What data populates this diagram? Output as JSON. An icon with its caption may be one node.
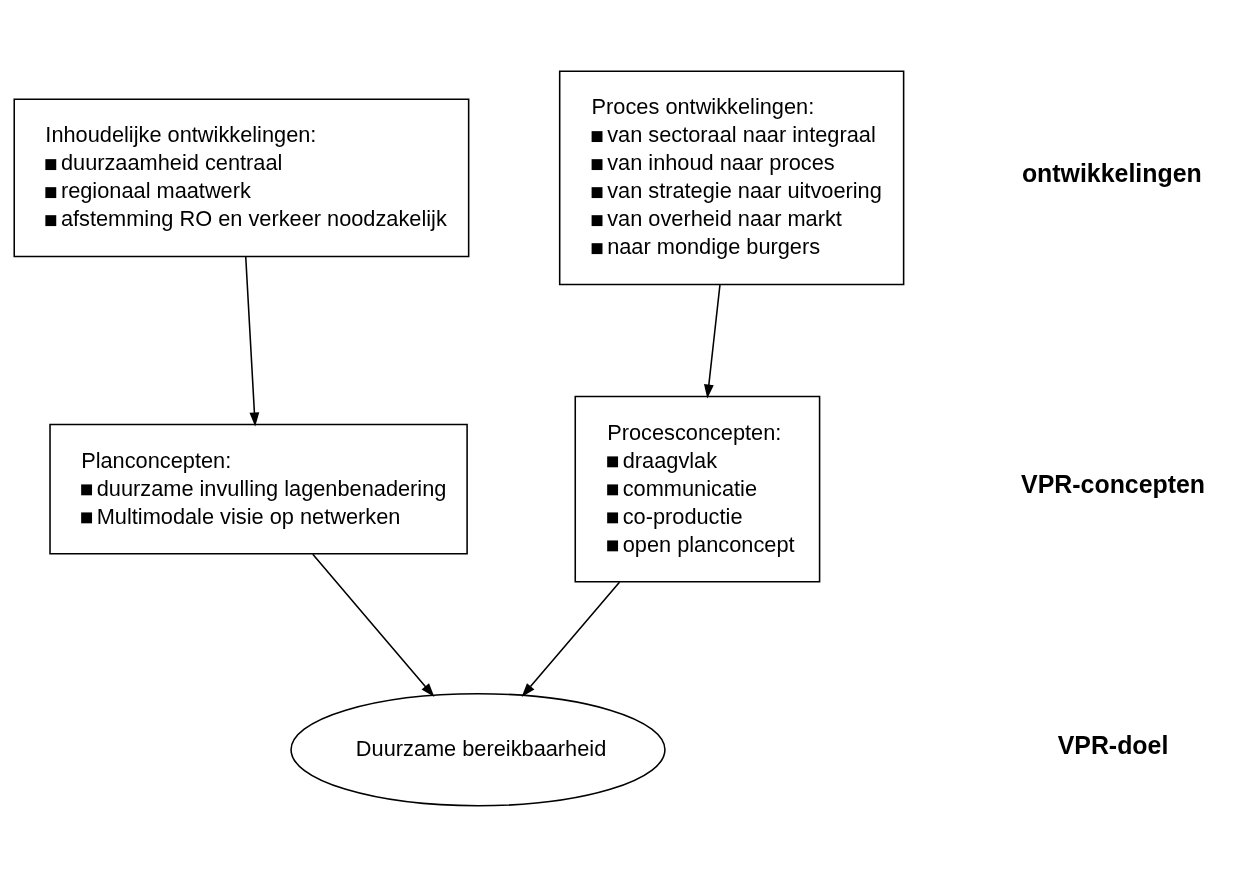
{
  "diagram": {
    "nodes": [
      {
        "text": [
          "Inhoudelijke ontwikkelingen:",
          "duurzaamheid centraal",
          "regionaal maatwerk",
          "afstemming RO en verkeer noodzakelijk"
        ]
      },
      {
        "text": [
          "Proces ontwikkelingen:",
          "van sectoraal naar integraal",
          "van inhoud naar proces",
          "van strategie naar uitvoering",
          "van overheid naar markt",
          "naar mondige burgers"
        ]
      },
      {
        "text": [
          "Planconcepten:",
          "duurzame invulling lagenbenadering",
          "Multimodale visie op netwerken"
        ]
      },
      {
        "text": [
          "Procesconcepten:",
          "draagvlak",
          "communicatie",
          "co-productie",
          "open planconcept"
        ]
      },
      {
        "text": [
          "Duurzame bereikbaarheid"
        ]
      }
    ],
    "edges": [
      {
        "from": 0,
        "to": 2,
        "arrow": "to"
      },
      {
        "from": 1,
        "to": 3,
        "arrow": "to"
      },
      {
        "from": 2,
        "to": 4,
        "arrow": "to"
      },
      {
        "from": 3,
        "to": 4,
        "arrow": "to"
      }
    ],
    "labels": [
      "ontwikkelingen",
      "VPR-concepten",
      "VPR-doel"
    ]
  }
}
